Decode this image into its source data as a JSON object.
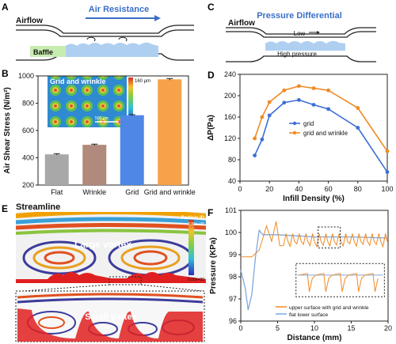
{
  "panels": {
    "A": {
      "label": "A",
      "title": "Air Resistance",
      "airflow": "Airflow",
      "baffle": "Baffle"
    },
    "B": {
      "label": "B",
      "inset_title": "Grid and wrinkle",
      "inset_scale_top": "160 μm",
      "inset_scale_bottom": "0",
      "inset_scalebar": "500 μm"
    },
    "C": {
      "label": "C",
      "title": "Pressure Differential",
      "airflow": "Airflow",
      "low": "Low",
      "high": "High pressure"
    },
    "D": {
      "label": "D"
    },
    "E": {
      "label": "E",
      "title": "Streamline",
      "legend_title": "Particle ID",
      "legend_max": "3.30e+05",
      "legend_min": "0.00e+00",
      "large": "Large vortex",
      "small": "Small vortex"
    },
    "F": {
      "label": "F"
    }
  },
  "chart_data": [
    {
      "id": "B",
      "type": "bar",
      "categories": [
        "Flat",
        "Wrinkle",
        "Grid",
        "Grid and wrinkle"
      ],
      "values": [
        425,
        495,
        712,
        975
      ],
      "errors": [
        5,
        5,
        4,
        6
      ],
      "colors": [
        "#a8a8a8",
        "#b08a7c",
        "#4f87e6",
        "#f5a24a"
      ],
      "ylabel": "Air Shear Stress (N/m²)",
      "ylim": [
        200,
        1000
      ],
      "yticks": [
        200,
        400,
        600,
        800,
        1000
      ]
    },
    {
      "id": "D",
      "type": "line",
      "x": [
        10,
        15,
        20,
        30,
        40,
        50,
        60,
        80,
        100
      ],
      "series": [
        {
          "name": "grid",
          "color": "#3c6fd6",
          "values": [
            88,
            118,
            163,
            187,
            192,
            183,
            175,
            140,
            57
          ]
        },
        {
          "name": "grid and wrinkle",
          "color": "#f08a24",
          "values": [
            120,
            160,
            188,
            210,
            218,
            214,
            210,
            177,
            96
          ]
        }
      ],
      "xlabel": "Infill Density (%)",
      "ylabel": "ΔP(Pa)",
      "xlim": [
        0,
        100
      ],
      "ylim": [
        40,
        240
      ],
      "xticks": [
        0,
        20,
        40,
        60,
        80,
        100
      ],
      "yticks": [
        40,
        80,
        120,
        160,
        200,
        240
      ]
    },
    {
      "id": "F",
      "type": "line",
      "series": [
        {
          "name": "upper surface with grid and wrinkle",
          "color": "#f08a24"
        },
        {
          "name": "flat lower surface",
          "color": "#7fa8e0"
        }
      ],
      "xlabel": "Distance (mm)",
      "ylabel": "Pressure (KPa)",
      "xlim": [
        0,
        20
      ],
      "ylim": [
        96,
        101
      ],
      "xticks": [
        0,
        5,
        10,
        15,
        20
      ],
      "yticks": [
        96,
        97,
        98,
        99,
        100,
        101
      ]
    }
  ]
}
